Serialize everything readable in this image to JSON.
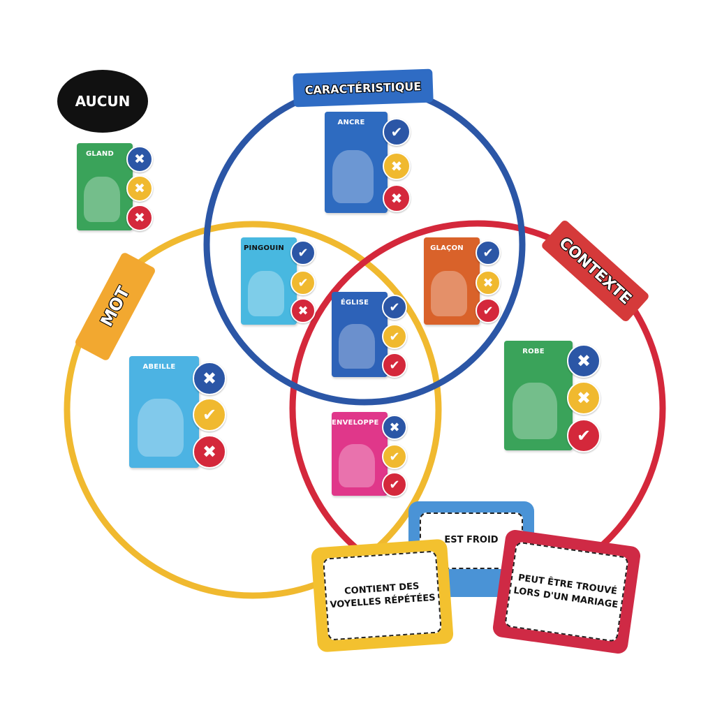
{
  "labels": {
    "none": "AUCUN",
    "characteristic": "CARACTÉRISTIQUE",
    "word": "MOT",
    "context": "CONTEXTE"
  },
  "colors": {
    "blue": "#2b56a6",
    "yellow": "#f0b92f",
    "red": "#d4283b",
    "black": "#111111"
  },
  "cards": [
    {
      "name": "GLAND",
      "color": "#3aa35a",
      "marks": [
        "x",
        "x",
        "x"
      ]
    },
    {
      "name": "ANCRE",
      "color": "#2e6bc0",
      "marks": [
        "check",
        "x",
        "x"
      ]
    },
    {
      "name": "PINGOUIN",
      "color": "#48b8e0",
      "marks": [
        "check",
        "check",
        "x"
      ]
    },
    {
      "name": "GLAÇON",
      "color": "#d9622a",
      "marks": [
        "check",
        "x",
        "check"
      ]
    },
    {
      "name": "ÉGLISE",
      "color": "#2d62b8",
      "marks": [
        "check",
        "check",
        "check"
      ]
    },
    {
      "name": "ABEILLE",
      "color": "#4cb3e3",
      "marks": [
        "x",
        "check",
        "x"
      ]
    },
    {
      "name": "ENVELOPPE",
      "color": "#e0378a",
      "marks": [
        "x",
        "check",
        "check"
      ]
    },
    {
      "name": "ROBE",
      "color": "#3aa35a",
      "marks": [
        "x",
        "x",
        "check"
      ]
    }
  ],
  "clues": {
    "characteristic": "EST FROID",
    "word": "CONTIENT DES VOYELLES RÉPÉTÉES",
    "context": "PEUT ÊTRE TROUVÉ LORS D'UN MARIAGE"
  }
}
